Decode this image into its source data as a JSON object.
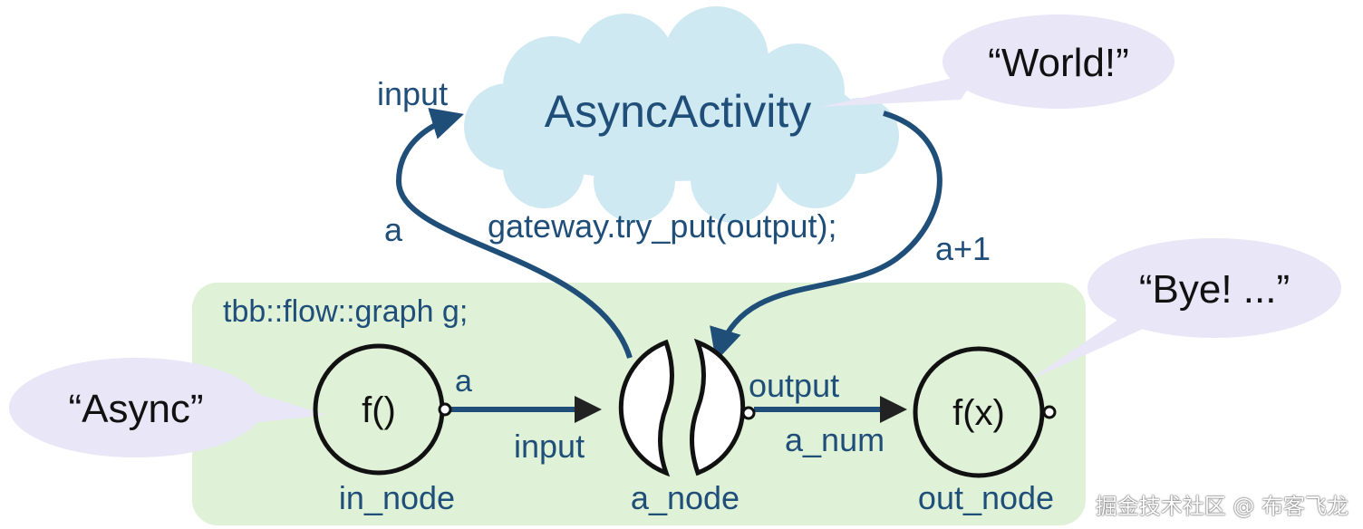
{
  "cloud": {
    "label": "AsyncActivity"
  },
  "graph": {
    "label": "tbb::flow::graph g;"
  },
  "nodes": {
    "in_node": {
      "func": "f()",
      "name": "in_node"
    },
    "a_node": {
      "name": "a_node"
    },
    "out_node": {
      "func": "f(x)",
      "name": "out_node"
    }
  },
  "edges": {
    "in_out_label": "a",
    "a_node_input_label": "input",
    "a_node_output_label": "output",
    "to_out_label": "a_num",
    "up_arrow_label": "a",
    "cloud_input_label": "input",
    "down_arrow_label": "a+1",
    "gateway_call": "gateway.try_put(output);"
  },
  "bubbles": {
    "async": "“Async”",
    "world": "“World!”",
    "bye": "“Bye! ...”"
  },
  "watermark": "掘金技术社区 @ 布客飞龙",
  "colors": {
    "blue_text": "#1f4e79",
    "cloud_fill": "#cfe9f3",
    "graph_fill": "#dff1d7",
    "bubble_fill": "#e8e6f7",
    "arrow": "#1f4e79"
  }
}
